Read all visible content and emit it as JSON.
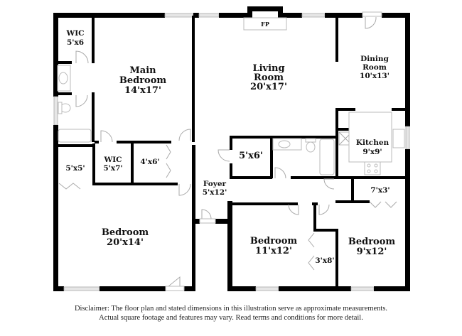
{
  "floor_plan": {
    "rooms": [
      {
        "id": "main-bedroom",
        "name": "Main Bedroom",
        "line1": "Main",
        "line2": "Bedroom",
        "dims": "14'x17'"
      },
      {
        "id": "main-wic",
        "name": "WIC",
        "line1": "WIC",
        "dims": "5'x6"
      },
      {
        "id": "living-room",
        "name": "Living Room",
        "line1": "Living",
        "line2": "Room",
        "dims": "20'x17'"
      },
      {
        "id": "dining-room",
        "name": "Dining Room",
        "line1": "Dining",
        "line2": "Room",
        "dims": "10'x13'"
      },
      {
        "id": "kitchen",
        "name": "Kitchen",
        "line1": "Kitchen",
        "dims": "9'x9'"
      },
      {
        "id": "foyer",
        "name": "Foyer",
        "line1": "Foyer",
        "dims": "5'x12'"
      },
      {
        "id": "closet-5x5",
        "dims": "5'x5'"
      },
      {
        "id": "wic-2",
        "name": "WIC",
        "line1": "WIC",
        "dims": "5'x7'"
      },
      {
        "id": "closet-4x6",
        "dims": "4'x6'"
      },
      {
        "id": "closet-5x6",
        "dims": "5'x6'"
      },
      {
        "id": "closet-7x3",
        "dims": "7'x3'"
      },
      {
        "id": "closet-3x8",
        "dims": "3'x8'"
      },
      {
        "id": "bedroom-large",
        "name": "Bedroom",
        "line1": "Bedroom",
        "dims": "20'x14'"
      },
      {
        "id": "bedroom-mid",
        "name": "Bedroom",
        "line1": "Bedroom",
        "dims": "11'x12'"
      },
      {
        "id": "bedroom-small",
        "name": "Bedroom",
        "line1": "Bedroom",
        "dims": "9'x12'"
      }
    ],
    "fireplace_label": "FP"
  },
  "disclaimer": {
    "line1": "Disclaimer: The floor plan and stated dimensions in this illustration serve as approximate measurements.",
    "line2": "Actual square footage and features may vary. Read terms and conditions for more detail."
  },
  "colors": {
    "wall": "#000000",
    "background": "#ffffff",
    "fixture": "#bbbbbb"
  }
}
